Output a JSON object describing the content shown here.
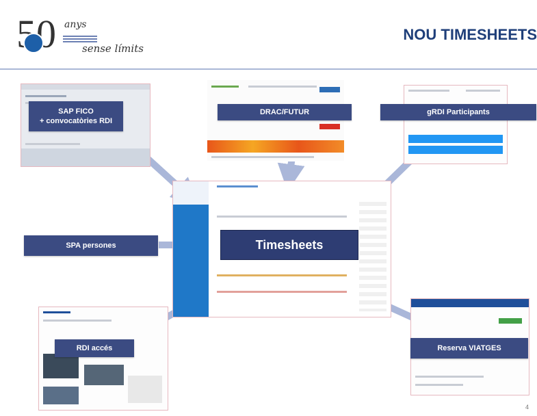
{
  "header": {
    "logo_number": "50",
    "logo_anys": "anys",
    "logo_tagline": "sense límits",
    "title": "NOU TIMESHEETS"
  },
  "labels": {
    "sap": "SAP FICO\n+ convocatòries RDI",
    "drac": "DRAC/FUTUR",
    "grdi": "gRDI Participants",
    "spa": "SPA  persones",
    "timesheets": "Timesheets",
    "rdi_acces": "RDI accés",
    "reserva": "Reserva VIATGES"
  },
  "colors": {
    "accent": "#1f3f7a",
    "label_bg": "#3b4b82",
    "arrow": "#aab7d9",
    "sidebar_blue": "#1f78c8"
  },
  "footer": {
    "page_number": "4"
  }
}
